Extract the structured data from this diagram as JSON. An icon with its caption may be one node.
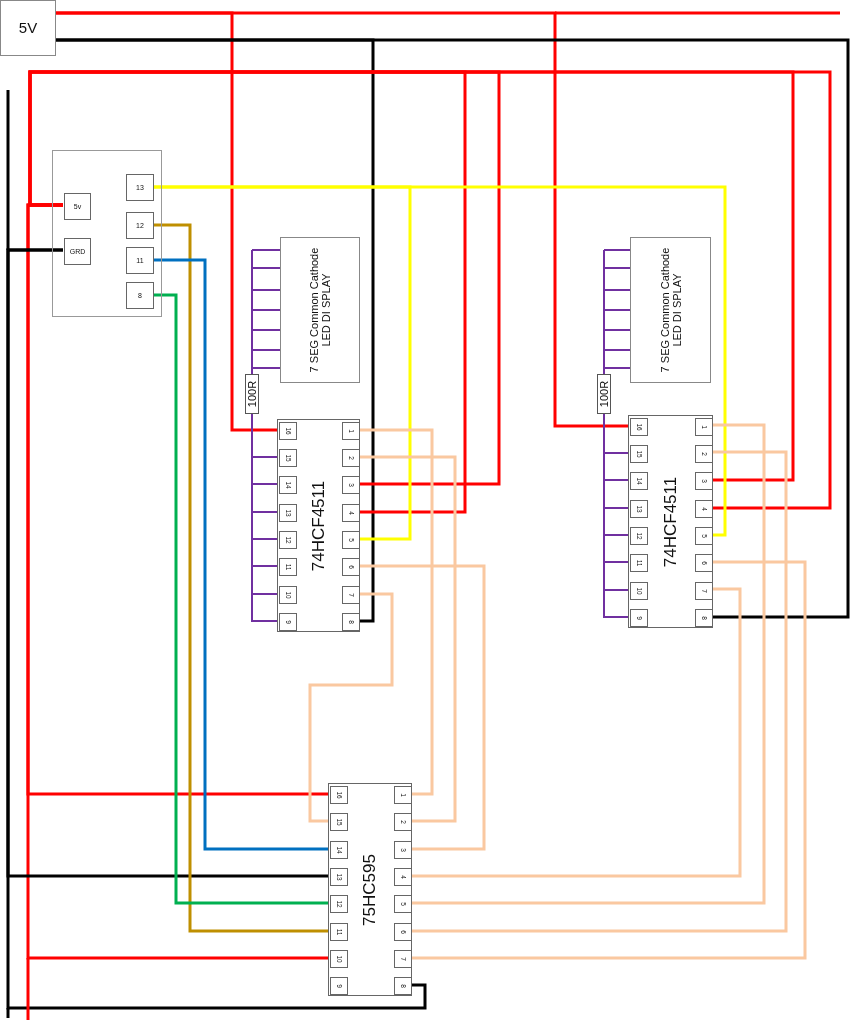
{
  "diagram": {
    "nodes": [
      {
        "text": [
          "5V"
        ]
      },
      {
        "text": [],
        "shape": "box"
      },
      {
        "text": [
          "13"
        ],
        "in": 1
      },
      {
        "text": [
          "5v"
        ],
        "in": 1
      },
      {
        "text": [
          "12"
        ],
        "in": 1
      },
      {
        "text": [
          "GRD"
        ],
        "in": 1
      },
      {
        "text": [
          "11"
        ],
        "in": 1
      },
      {
        "text": [
          "8"
        ],
        "in": 1
      },
      {
        "text": [
          "7 SEG Common Cathode LED DI SPLAY"
        ]
      },
      {
        "text": [
          "100R"
        ]
      },
      {
        "text": [
          "74HCF4511"
        ]
      },
      {
        "text": [
          "1"
        ],
        "in": 10
      },
      {
        "text": [
          "2"
        ],
        "in": 10
      },
      {
        "text": [
          "3"
        ],
        "in": 10
      },
      {
        "text": [
          "4"
        ],
        "in": 10
      },
      {
        "text": [
          "5"
        ],
        "in": 10
      },
      {
        "text": [
          "6"
        ],
        "in": 10
      },
      {
        "text": [
          "7"
        ],
        "in": 10
      },
      {
        "text": [
          "8"
        ],
        "in": 10
      },
      {
        "text": [
          "9"
        ],
        "in": 10
      },
      {
        "text": [
          "10"
        ],
        "in": 10
      },
      {
        "text": [
          "11"
        ],
        "in": 10
      },
      {
        "text": [
          "12"
        ],
        "in": 10
      },
      {
        "text": [
          "13"
        ],
        "in": 10
      },
      {
        "text": [
          "14"
        ],
        "in": 10
      },
      {
        "text": [
          "15"
        ],
        "in": 10
      },
      {
        "text": [
          "16"
        ],
        "in": 10
      },
      {
        "text": [
          "7 SEG Common Cathode LED DI SPLAY"
        ]
      },
      {
        "text": [
          "100R"
        ]
      },
      {
        "text": [
          "74HCF4511"
        ]
      },
      {
        "text": [
          "1"
        ],
        "in": 29
      },
      {
        "text": [
          "2"
        ],
        "in": 29
      },
      {
        "text": [
          "3"
        ],
        "in": 29
      },
      {
        "text": [
          "4"
        ],
        "in": 29
      },
      {
        "text": [
          "5"
        ],
        "in": 29
      },
      {
        "text": [
          "6"
        ],
        "in": 29
      },
      {
        "text": [
          "7"
        ],
        "in": 29
      },
      {
        "text": [
          "8"
        ],
        "in": 29
      },
      {
        "text": [
          "9"
        ],
        "in": 29
      },
      {
        "text": [
          "10"
        ],
        "in": 29
      },
      {
        "text": [
          "11"
        ],
        "in": 29
      },
      {
        "text": [
          "12"
        ],
        "in": 29
      },
      {
        "text": [
          "13"
        ],
        "in": 29
      },
      {
        "text": [
          "14"
        ],
        "in": 29
      },
      {
        "text": [
          "15"
        ],
        "in": 29
      },
      {
        "text": [
          "16"
        ],
        "in": 29
      },
      {
        "text": [
          "75HC595"
        ]
      },
      {
        "text": [
          "1"
        ],
        "in": 46
      },
      {
        "text": [
          "2"
        ],
        "in": 46
      },
      {
        "text": [
          "3"
        ],
        "in": 46
      },
      {
        "text": [
          "4"
        ],
        "in": 46
      },
      {
        "text": [
          "5"
        ],
        "in": 46
      },
      {
        "text": [
          "6"
        ],
        "in": 46
      },
      {
        "text": [
          "7"
        ],
        "in": 46
      },
      {
        "text": [
          "8"
        ],
        "in": 46
      },
      {
        "text": [
          "9"
        ],
        "in": 46
      },
      {
        "text": [
          "10"
        ],
        "in": 46
      },
      {
        "text": [
          "11"
        ],
        "in": 46
      },
      {
        "text": [
          "12"
        ],
        "in": 46
      },
      {
        "text": [
          "13"
        ],
        "in": 46
      },
      {
        "text": [
          "14"
        ],
        "in": 46
      },
      {
        "text": [
          "15"
        ],
        "in": 46
      },
      {
        "text": [
          "16"
        ],
        "in": 46
      }
    ],
    "edges": [
      {
        "from": 0,
        "to": 26,
        "arrow": "none",
        "color": "#ff0000"
      },
      {
        "from": 0,
        "to": 45,
        "arrow": "none",
        "color": "#ff0000"
      },
      {
        "from": 0,
        "to": 18,
        "arrow": "none",
        "color": "#000000"
      },
      {
        "from": 0,
        "to": 37,
        "arrow": "none",
        "color": "#000000"
      },
      {
        "from": 3,
        "to": 13,
        "arrow": "none",
        "color": "#ff0000"
      },
      {
        "from": 3,
        "to": 14,
        "arrow": "none",
        "color": "#ff0000"
      },
      {
        "from": 3,
        "to": 32,
        "arrow": "none",
        "color": "#ff0000"
      },
      {
        "from": 3,
        "to": 33,
        "arrow": "none",
        "color": "#ff0000"
      },
      {
        "from": 3,
        "to": 62,
        "arrow": "none",
        "color": "#ff0000"
      },
      {
        "from": 3,
        "to": 56,
        "arrow": "none",
        "color": "#ff0000"
      },
      {
        "from": 5,
        "to": 59,
        "arrow": "none",
        "color": "#000000"
      },
      {
        "from": 5,
        "to": 54,
        "arrow": "none",
        "color": "#000000"
      },
      {
        "from": 2,
        "to": 15,
        "arrow": "none",
        "color": "#ffff00"
      },
      {
        "from": 2,
        "to": 34,
        "arrow": "none",
        "color": "#ffff00"
      },
      {
        "from": 4,
        "to": 57,
        "arrow": "none",
        "color": "#bf8f00"
      },
      {
        "from": 6,
        "to": 60,
        "arrow": "none",
        "color": "#0070c0"
      },
      {
        "from": 7,
        "to": 58,
        "arrow": "none",
        "color": "#00b050"
      },
      {
        "from": 11,
        "to": 47,
        "arrow": "none",
        "color": "#fac8a0"
      },
      {
        "from": 12,
        "to": 48,
        "arrow": "none",
        "color": "#fac8a0"
      },
      {
        "from": 16,
        "to": 49,
        "arrow": "none",
        "color": "#fac8a0"
      },
      {
        "from": 17,
        "to": 61,
        "arrow": "none",
        "color": "#fac8a0"
      },
      {
        "from": 36,
        "to": 50,
        "arrow": "none",
        "color": "#fac8a0"
      },
      {
        "from": 30,
        "to": 51,
        "arrow": "none",
        "color": "#fac8a0"
      },
      {
        "from": 31,
        "to": 52,
        "arrow": "none",
        "color": "#fac8a0"
      },
      {
        "from": 35,
        "to": 53,
        "arrow": "none",
        "color": "#fac8a0"
      },
      {
        "from": 8,
        "to": 9,
        "arrow": "none"
      },
      {
        "from": 9,
        "to": 25,
        "arrow": "none"
      },
      {
        "from": 9,
        "to": 24,
        "arrow": "none"
      },
      {
        "from": 9,
        "to": 23,
        "arrow": "none"
      },
      {
        "from": 9,
        "to": 22,
        "arrow": "none"
      },
      {
        "from": 9,
        "to": 21,
        "arrow": "none"
      },
      {
        "from": 9,
        "to": 20,
        "arrow": "none"
      },
      {
        "from": 9,
        "to": 19,
        "arrow": "none"
      },
      {
        "from": 27,
        "to": 28,
        "arrow": "none"
      },
      {
        "from": 28,
        "to": 44,
        "arrow": "none"
      },
      {
        "from": 28,
        "to": 43,
        "arrow": "none"
      },
      {
        "from": 28,
        "to": 42,
        "arrow": "none"
      },
      {
        "from": 28,
        "to": 41,
        "arrow": "none"
      },
      {
        "from": 28,
        "to": 40,
        "arrow": "none"
      },
      {
        "from": 28,
        "to": 39,
        "arrow": "none"
      },
      {
        "from": 28,
        "to": 38,
        "arrow": "none"
      }
    ]
  }
}
